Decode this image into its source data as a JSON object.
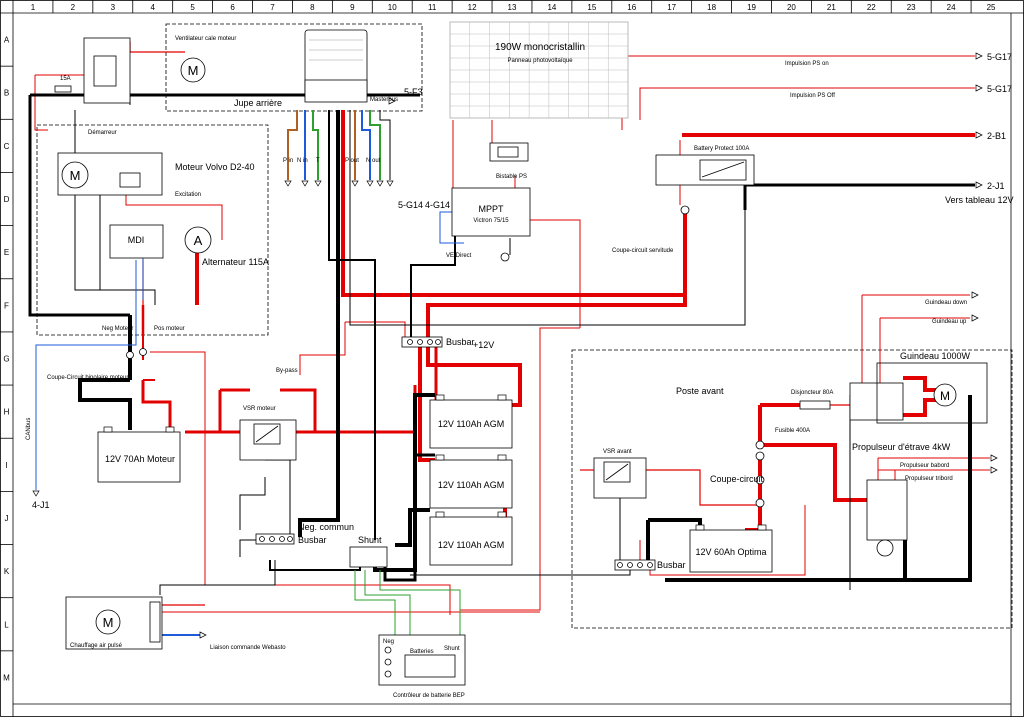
{
  "grid": {
    "columns": [
      "1",
      "2",
      "3",
      "4",
      "5",
      "6",
      "7",
      "8",
      "9",
      "10",
      "11",
      "12",
      "13",
      "14",
      "15",
      "16",
      "17",
      "18",
      "19",
      "20",
      "21",
      "22",
      "23",
      "24",
      "25"
    ],
    "rows": [
      "A",
      "B",
      "C",
      "D",
      "E",
      "F",
      "G",
      "H",
      "I",
      "J",
      "K",
      "L",
      "M"
    ]
  },
  "labels": {
    "ventilateur": "Ventilateur cale moteur",
    "fuse15a": "15A",
    "jupe": "Jupe arrière",
    "masterbus": "Masterbus",
    "ref_5f3": "5-F3",
    "solar_title": "190W monocristallin",
    "solar_sub": "Panneau photovoltaïque",
    "impulsion_on": "Impulsion PS on",
    "impulsion_off": "Impulsion PS Off",
    "ref_5g17a": "5-G17",
    "ref_5g17b": "5-G17",
    "ref_2b1": "2-B1",
    "ref_2j1": "2-J1",
    "vers_tableau": "Vers tableau 12V",
    "demarreur": "Démarreur",
    "moteur_volvo": "Moteur Volvo D2-40",
    "excitation": "Excitation",
    "mdi": "MDI",
    "alternateur": "Alternateur 115A",
    "pin": "P in",
    "nin": "N in",
    "t": "T",
    "pout": "P out",
    "nout": "N out",
    "bistable": "Bistable PS",
    "battery_protect": "Battery Protect 100A",
    "mppt1": "MPPT",
    "mppt2": "Victron 75/15",
    "ref_5g14": "5-G14",
    "ref_4g14": "4-G14",
    "ve_direct": "VE Direct",
    "coupe_servitude": "Coupe-circuit servitude",
    "neg_moteur": "Neg Moteur",
    "pos_moteur": "Pos moteur",
    "busbar_pos": "Busbar",
    "plus12v": "+12V",
    "guindeau_down": "Guindeau down",
    "guindeau_up": "Guindeau up",
    "guindeau": "Guindeau 1000W",
    "coupe_bipolaire": "Coupe-Circuit bipolaire moteur",
    "bypass": "By-pass",
    "vsr_moteur": "VSR moteur",
    "poste_avant": "Poste avant",
    "disjoncteur": "Disjoncteur 80A",
    "fusible": "Fusible 400A",
    "propulseur": "Propulseur d'étrave 4kW",
    "agm1": "12V 110Ah AGM",
    "agm2": "12V 110Ah AGM",
    "agm3": "12V 110Ah AGM",
    "bat_moteur": "12V 70Ah Moteur",
    "vsr_avant": "VSR avant",
    "coupe_circuit": "Coupe-circuit",
    "prop_babord": "Propulseur babord",
    "prop_tribord": "Propulseur tribord",
    "canbus": "CANbus",
    "ref_4j1": "4-J1",
    "neg_commun": "Neg. commun",
    "busbar_neg": "Busbar",
    "optima": "12V 60Ah Optima",
    "busbar_avant": "Busbar",
    "shunt": "Shunt",
    "chauffage": "Chauffage air pulsé",
    "webasto": "Liaison commande Webasto",
    "controleur": "Contrôleur de batterie BEP",
    "neg": "Neg",
    "batteries": "Batteries",
    "shunt_small": "Shunt"
  },
  "colors": {
    "positive": "#e30000",
    "negative": "#000000",
    "signal": "#1e5bd8",
    "sense": "#2ea02e",
    "solar": "#b06020"
  }
}
